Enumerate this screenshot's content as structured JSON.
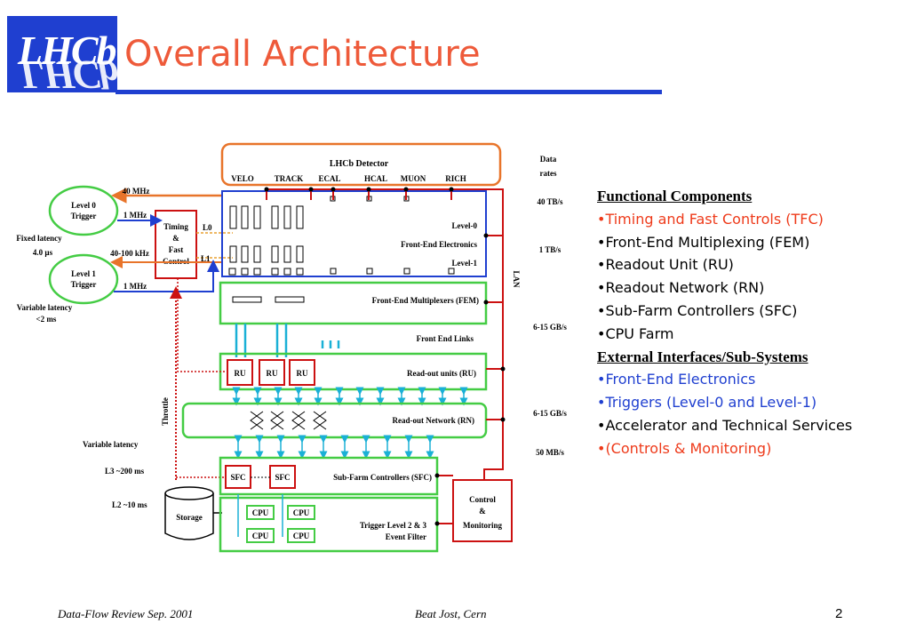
{
  "header": {
    "logo_text": "LHCb",
    "title": "Overall Architecture"
  },
  "diagram": {
    "detector_title": "LHCb Detector",
    "subdetectors": [
      "VELO",
      "TRACK",
      "ECAL",
      "HCAL",
      "MUON",
      "RICH"
    ],
    "level0_trigger": [
      "Level 0",
      "Trigger"
    ],
    "level1_trigger": [
      "Level 1",
      "Trigger"
    ],
    "tfc_box": [
      "Timing",
      "&",
      "Fast",
      "Control"
    ],
    "freq_40mhz": "40 MHz",
    "freq_1mhz_a": "1 MHz",
    "freq_40_100khz": "40-100 kHz",
    "freq_1mhz_b": "1 MHz",
    "fixed_latency": [
      "Fixed latency",
      "4.0 µs"
    ],
    "variable_latency_l1": [
      "Variable latency",
      "<2 ms"
    ],
    "l0": "L0",
    "l1": "L1",
    "fe_level0": "Level-0",
    "fe_electronics": "Front-End Electronics",
    "fe_level1": "Level-1",
    "fem": "Front-End Multiplexers (FEM)",
    "front_end_links": "Front End Links",
    "ru_label": "RU",
    "readout_units": "Read-out units (RU)",
    "readout_network": "Read-out Network (RN)",
    "throttle": "Throttle",
    "variable_latency": "Variable latency",
    "l3_latency": "L3 ~200 ms",
    "l2_latency": "L2 ~10 ms",
    "sfc_label": "SFC",
    "sfc": "Sub-Farm Controllers (SFC)",
    "storage": "Storage",
    "cpu_label": "CPU",
    "trigger_l23": [
      "Trigger Level 2 & 3",
      "Event Filter"
    ],
    "control": [
      "Control",
      "&",
      "Monitoring"
    ],
    "lan": "LAN",
    "data_rates_header": [
      "Data",
      "rates"
    ],
    "rates": [
      "40 TB/s",
      "1 TB/s",
      "6-15 GB/s",
      "6-15 GB/s",
      "50 MB/s"
    ]
  },
  "panel": {
    "functional_header": "Functional Components",
    "functional_items": [
      "•Timing and Fast Controls (TFC)",
      "•Front-End Multiplexing (FEM)",
      "•Readout Unit (RU)",
      "•Readout Network (RN)",
      "•Sub-Farm Controllers (SFC)",
      "•CPU Farm"
    ],
    "external_header": "External Interfaces/Sub-Systems",
    "external_items": [
      "•Front-End Electronics",
      "•Triggers (Level-0 and Level-1)",
      "•Accelerator and Technical Services",
      "•(Controls & Monitoring)"
    ]
  },
  "footer": {
    "left": "Data-Flow Review Sep. 2001",
    "center": "Beat Jost, Cern",
    "page": "2"
  },
  "colors": {
    "accent_blue": "#1f3fd0",
    "title_orange": "#ee5a3a",
    "red_items": "#ee3a1a",
    "box_green": "#44cc44",
    "data_cyan": "#1ab0d6",
    "control_red": "#cc1111",
    "detector_orange": "#e8742a"
  }
}
